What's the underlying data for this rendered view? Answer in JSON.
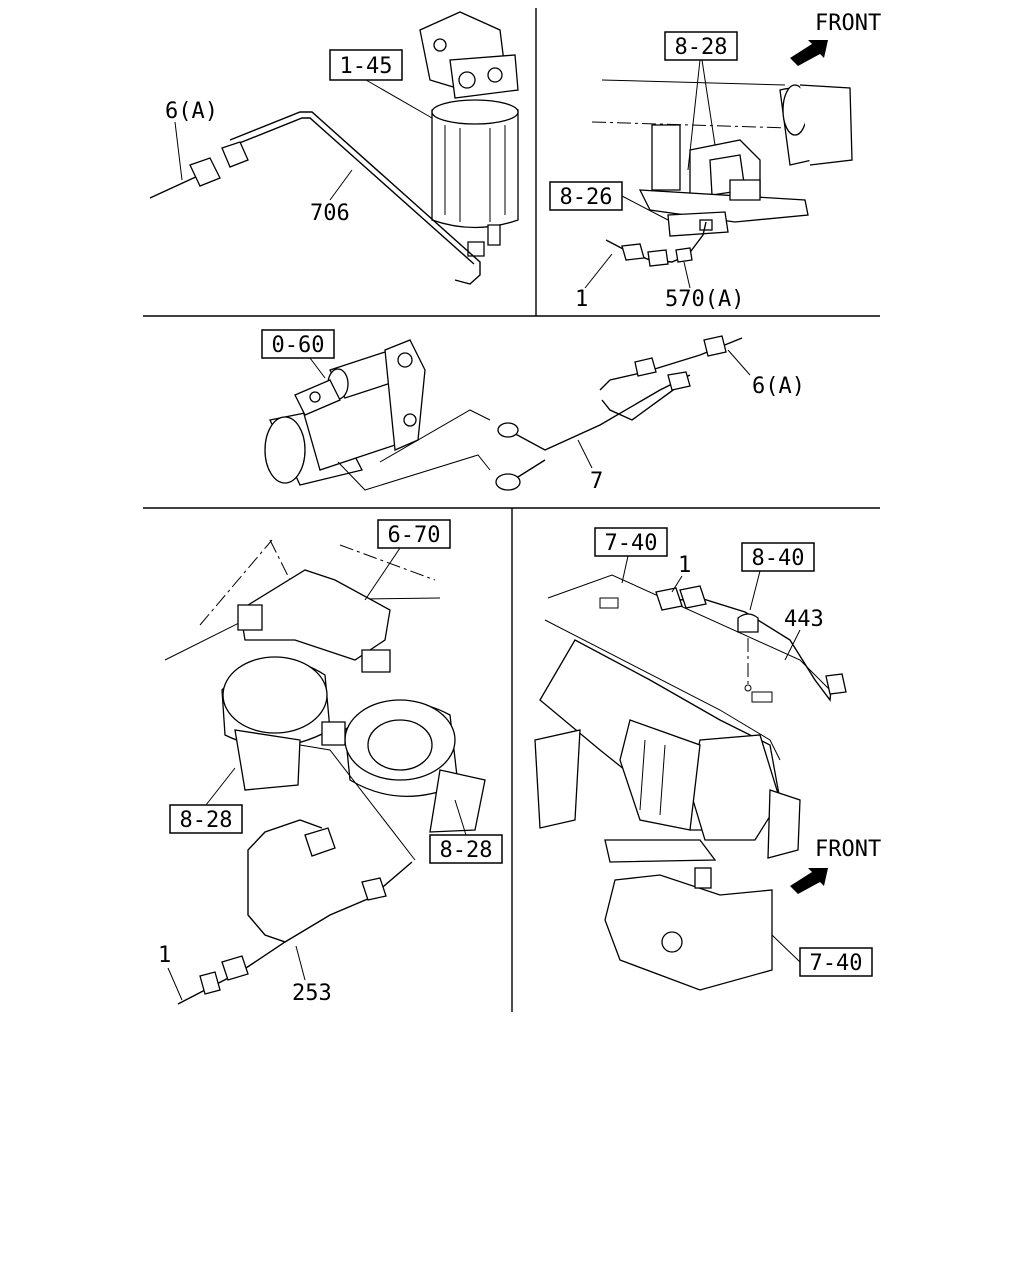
{
  "front_label": "FRONT",
  "panel_fuel_filter": {
    "ref_box": "1-45",
    "callouts": {
      "harness": "6(A)",
      "lead": "706"
    }
  },
  "panel_relay": {
    "ref_boxes": {
      "top": "8-28",
      "bracket": "8-26"
    },
    "callouts": {
      "connector": "1",
      "harness": "570(A)"
    }
  },
  "panel_starter": {
    "ref_box": "0-60",
    "callouts": {
      "harness": "6(A)",
      "cable": "7"
    }
  },
  "panel_horn": {
    "ref_boxes": {
      "top": "6-70",
      "left": "8-28",
      "right": "8-28"
    },
    "callouts": {
      "connector": "1",
      "harness": "253"
    }
  },
  "panel_dash": {
    "ref_boxes": {
      "top": "7-40",
      "sensor": "8-40",
      "bottom": "7-40"
    },
    "callouts": {
      "connector": "1",
      "harness": "443"
    }
  }
}
